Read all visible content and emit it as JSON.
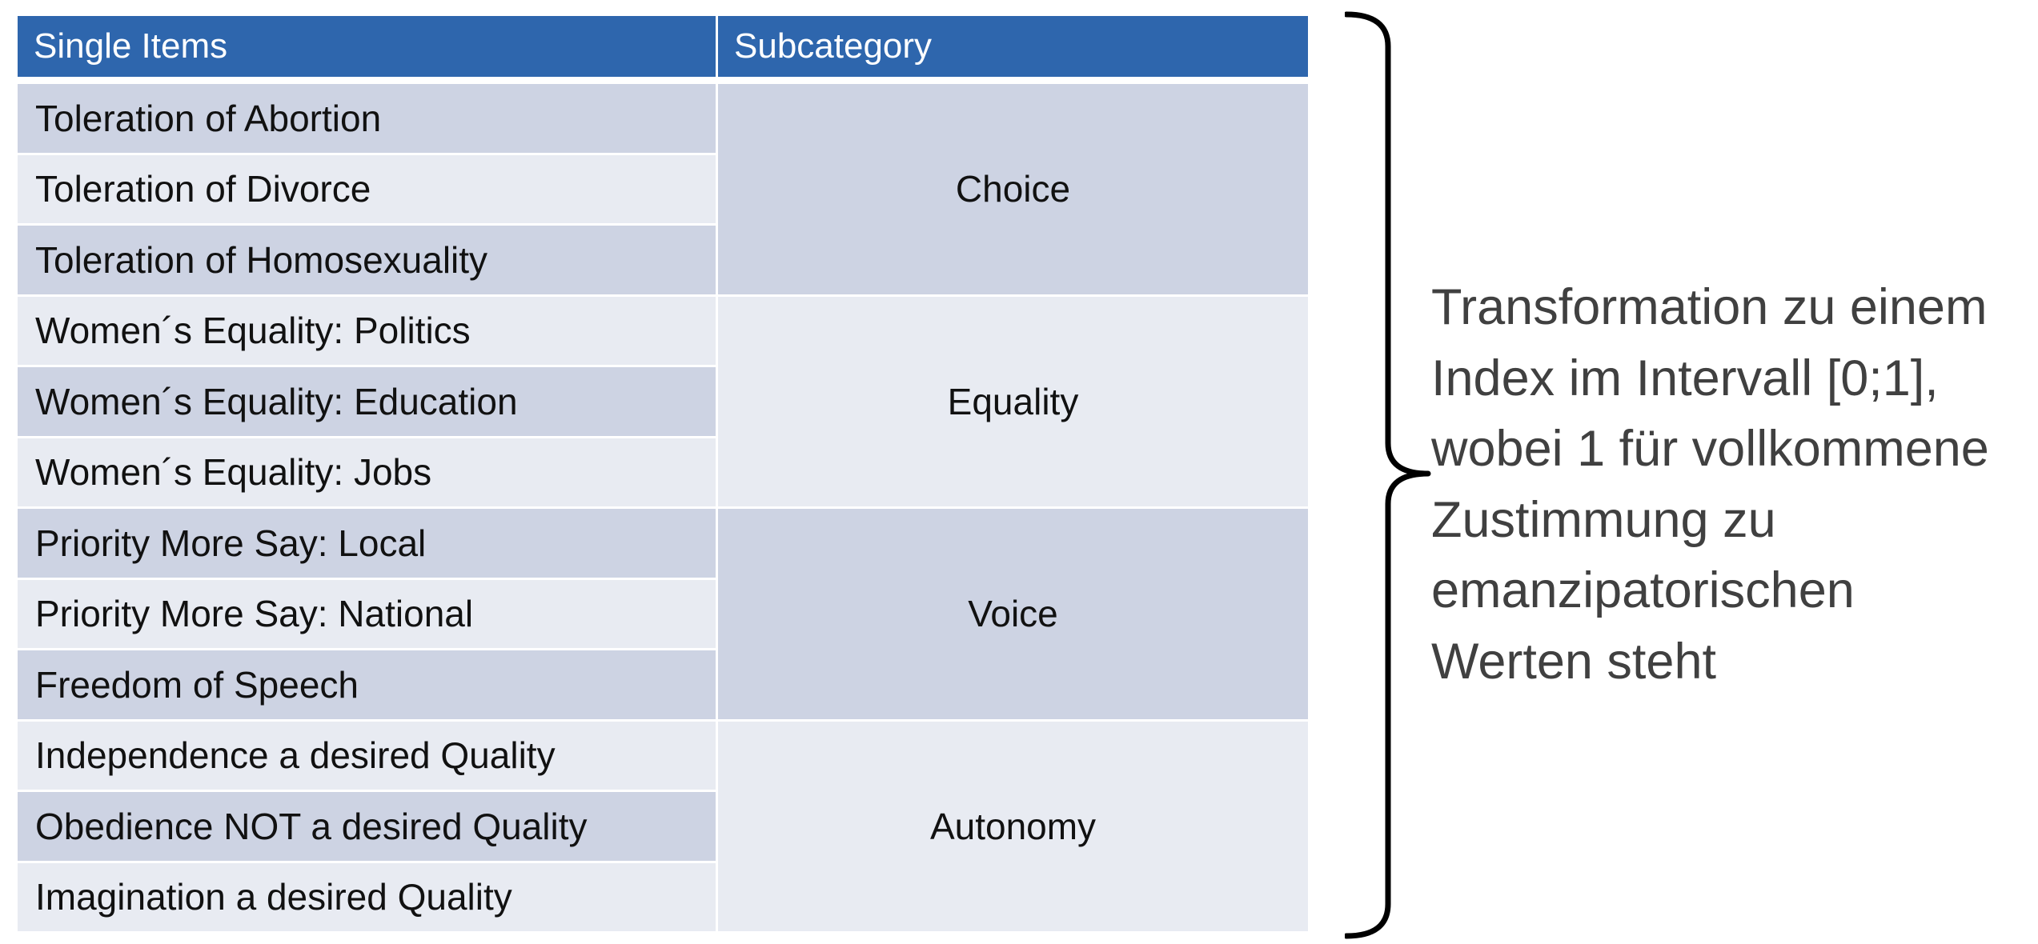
{
  "table": {
    "headers": [
      "Single Items",
      "Subcategory"
    ],
    "groups": [
      {
        "subcategory": "Choice",
        "items": [
          "Toleration of Abortion",
          "Toleration of Divorce",
          "Toleration of Homosexuality"
        ]
      },
      {
        "subcategory": "Equality",
        "items": [
          "Women´s Equality: Politics",
          "Women´s Equality: Education",
          "Women´s Equality: Jobs"
        ]
      },
      {
        "subcategory": "Voice",
        "items": [
          "Priority More Say: Local",
          "Priority More Say: National",
          "Freedom of Speech"
        ]
      },
      {
        "subcategory": "Autonomy",
        "items": [
          "Independence a desired Quality",
          "Obedience NOT a desired Quality",
          "Imagination a desired Quality"
        ]
      }
    ]
  },
  "note": {
    "lines": [
      "Transformation zu einem",
      "Index im Intervall [0;1],",
      "wobei 1 für vollkommene",
      "Zustimmung zu",
      "emanzipatorischen",
      "Werten steht"
    ]
  },
  "colors": {
    "header": "#2e66ad",
    "row_dark": "#cdd3e3",
    "row_light": "#e8ebf2",
    "note_text": "#404040"
  }
}
